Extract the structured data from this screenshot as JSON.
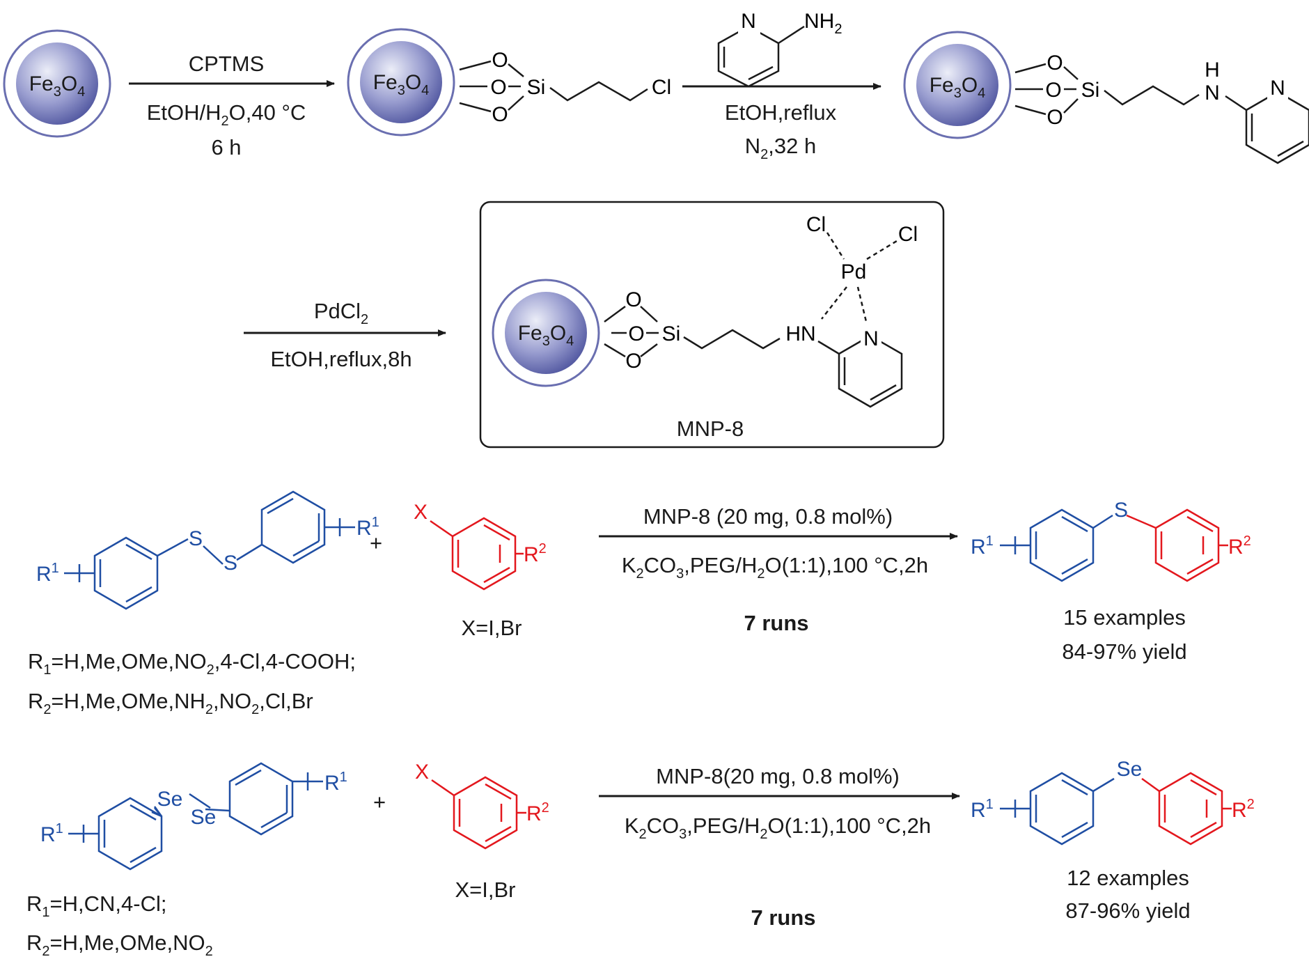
{
  "colors": {
    "black": "#1a1a1a",
    "blue": "#1f4ea3",
    "red": "#e3171d",
    "np_ring": "#6a6fb0",
    "np_core_light": "#eceef8",
    "np_core_dark": "#5157a0"
  },
  "nanoparticle": {
    "label_main": "Fe",
    "sub1": "3",
    "label_mid": "O",
    "sub2": "4"
  },
  "atoms": {
    "O": "O",
    "Si": "Si",
    "Cl": "Cl",
    "N": "N",
    "H": "H",
    "NH2_main": "NH",
    "NH2_sub": "2",
    "HN": "HN",
    "Pd": "Pd",
    "S": "S",
    "Se": "Se",
    "X": "X",
    "R": "R",
    "sup1": "1",
    "sup2": "2"
  },
  "step1": {
    "above": "CPTMS",
    "below_a": "EtOH/H",
    "below_sub": "2",
    "below_b": "O,40 °C",
    "below2": "6 h"
  },
  "step2": {
    "below1": "EtOH,reflux",
    "below2_a": "N",
    "below2_sub": "2",
    "below2_b": ",32 h"
  },
  "step3": {
    "above_a": "PdCl",
    "above_sub": "2",
    "below": "EtOH,reflux,8h"
  },
  "catalyst": {
    "name": "MNP-8"
  },
  "reaction1": {
    "plus": "+",
    "conditions_above": "MNP-8 (20 mg, 0.8 mol%)",
    "cond_a": "K",
    "cond_sub1": "2",
    "cond_b": "CO",
    "cond_sub2": "3",
    "cond_c": ",PEG/H",
    "cond_sub3": "2",
    "cond_d": "O(1:1),100 °C,2h",
    "runs": "7  runs",
    "x_def": "X=I,Br",
    "examples": "15 examples",
    "yield": "84-97% yield",
    "r1_a": "R",
    "r1_sub": "1",
    "r1_b": "=H,Me,OMe,NO",
    "r1_sub2": "2",
    "r1_c": ",4-Cl,4-COOH;",
    "r2_a": "R",
    "r2_sub": "2",
    "r2_b": "=H,Me,OMe,NH",
    "r2_sub2": "2",
    "r2_c": ",NO",
    "r2_sub3": "2",
    "r2_d": ",Cl,Br"
  },
  "reaction2": {
    "plus": "+",
    "conditions_above": "MNP-8(20 mg, 0.8 mol%)",
    "cond_a": "K",
    "cond_sub1": "2",
    "cond_b": "CO",
    "cond_sub2": "3",
    "cond_c": ",PEG/H",
    "cond_sub3": "2",
    "cond_d": "O(1:1),100 °C,2h",
    "runs": "7  runs",
    "x_def": "X=I,Br",
    "examples": "12 examples",
    "yield": "87-96% yield",
    "r1_a": "R",
    "r1_sub": "1",
    "r1_b": "=H,CN,4-Cl;",
    "r2_a": "R",
    "r2_sub": "2",
    "r2_b": "=H,Me,OMe,NO",
    "r2_sub2": "2"
  }
}
